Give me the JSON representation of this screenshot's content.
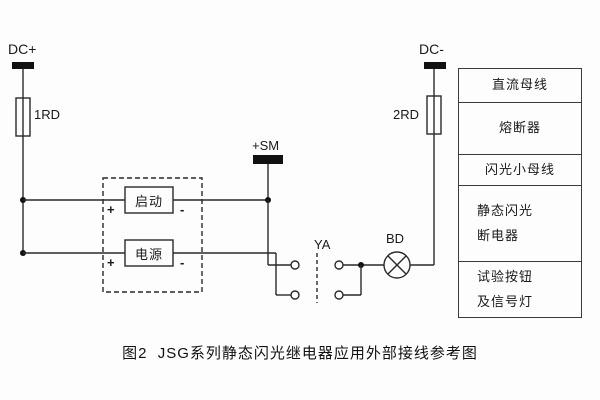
{
  "diagram": {
    "caption": "图2  JSG系列静态闪光继电器应用外部接线参考图",
    "labels": {
      "dc_plus": "DC+",
      "dc_minus": "DC-",
      "fuse_left": "1RD",
      "fuse_right": "2RD",
      "flash_bus": "+SM",
      "relay_start": "启动",
      "relay_power": "电源",
      "connector": "YA",
      "lamp": "BD",
      "plus": "+",
      "minus": "-"
    },
    "legend": {
      "rows": [
        {
          "lines": [
            "直流母线"
          ]
        },
        {
          "lines": [
            "熔断器"
          ]
        },
        {
          "lines": [
            "闪光小母线"
          ]
        },
        {
          "lines": [
            "静态闪光",
            "断电器"
          ]
        },
        {
          "lines": [
            "试验按钮",
            "及信号灯"
          ]
        }
      ]
    },
    "colors": {
      "line": "#2a2a2a",
      "text": "#1a1a1a",
      "background": "#fdfdfd"
    }
  }
}
